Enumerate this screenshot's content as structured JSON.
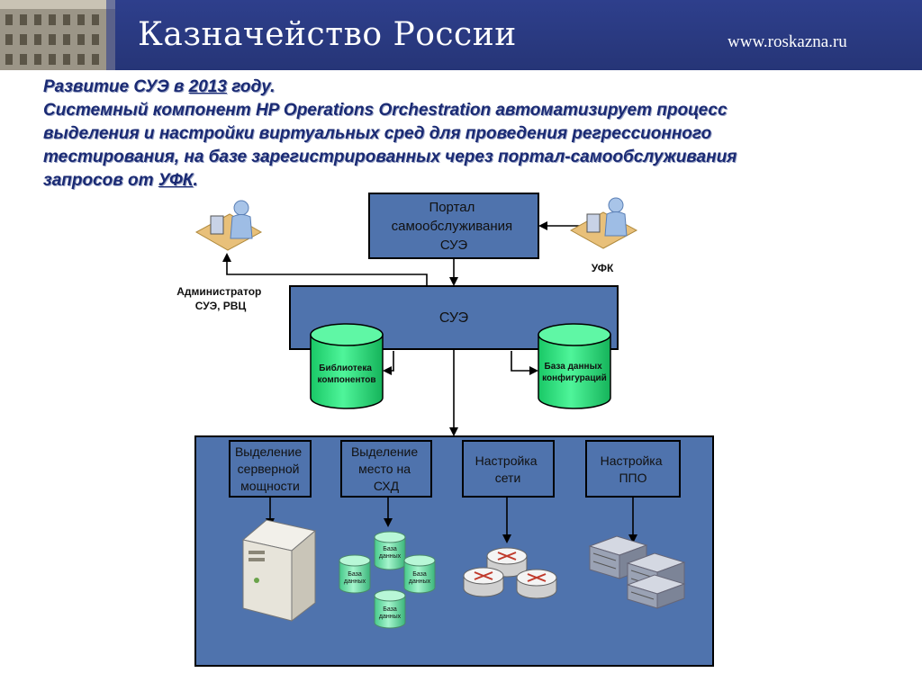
{
  "header": {
    "title": "Казначейство России",
    "url": "www.roskazna.ru"
  },
  "description": {
    "l1_pre": "Развитие СУЭ в ",
    "l1_year": "2013",
    "l1_post": " году.",
    "l2": "Системный компонент HP Operations Orchestration автоматизирует процесс",
    "l3": "выделения и настройки виртуальных сред для проведения регрессионного",
    "l4": "тестирования, на базе зарегистрированных через портал-самообслуживания",
    "l5_pre": "запросов от ",
    "l5_ufk": "УФК",
    "l5_post": "."
  },
  "diagram": {
    "portal": [
      "Портал",
      "самообслуживания",
      "СУЭ"
    ],
    "sue": "СУЭ",
    "library": [
      "Библиотека",
      "компонентов"
    ],
    "config_db": [
      "База данных",
      "конфигураций"
    ],
    "admin": [
      "Администратор",
      "СУЭ, РВЦ"
    ],
    "ufk": "УФК",
    "tasks": [
      [
        "Выделение",
        "серверной",
        "мощности"
      ],
      [
        "Выделение",
        "место на",
        "СХД"
      ],
      [
        "Настройка",
        "сети"
      ],
      [
        "Настройка",
        "ППО"
      ]
    ],
    "db_label": [
      "База",
      "данных"
    ]
  },
  "colors": {
    "header_bg": "#2e3f8c",
    "box_fill": "#4f73ad",
    "cylinder_green": "#2ee87f",
    "text_blue": "#1a2a73"
  }
}
